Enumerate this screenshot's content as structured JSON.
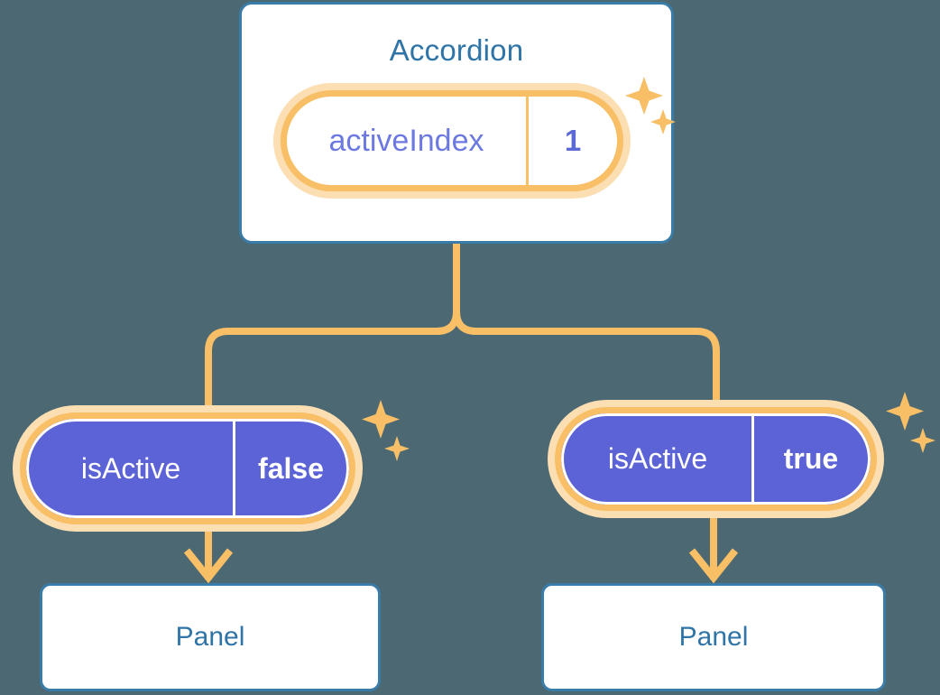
{
  "theme": {
    "background": "#4c6873",
    "card_border": "#3a7ca8",
    "card_fill": "#ffffff",
    "title_color": "#2f74a6",
    "accent_orange": "#f8bf66",
    "accent_orange_glow": "#fbdfb3",
    "indigo_fill": "#5c63d6",
    "indigo_text": "#5c6ad8",
    "indigo_label": "#6c79e0",
    "white": "#ffffff"
  },
  "diagram": {
    "type": "component-tree",
    "root": {
      "title": "Accordion",
      "state_badge": {
        "key": "activeIndex",
        "value": "1",
        "style": "outline"
      },
      "sparkle_icon": "sparkles-icon"
    },
    "children": [
      {
        "id": "left",
        "prop_badge": {
          "key": "isActive",
          "value": "false",
          "style": "filled"
        },
        "sparkle_icon": "sparkles-icon",
        "arrow_icon": "arrow-down-icon",
        "panel_label": "Panel"
      },
      {
        "id": "right",
        "prop_badge": {
          "key": "isActive",
          "value": "true",
          "style": "filled"
        },
        "sparkle_icon": "sparkles-icon",
        "arrow_icon": "arrow-down-icon",
        "panel_label": "Panel"
      }
    ]
  }
}
